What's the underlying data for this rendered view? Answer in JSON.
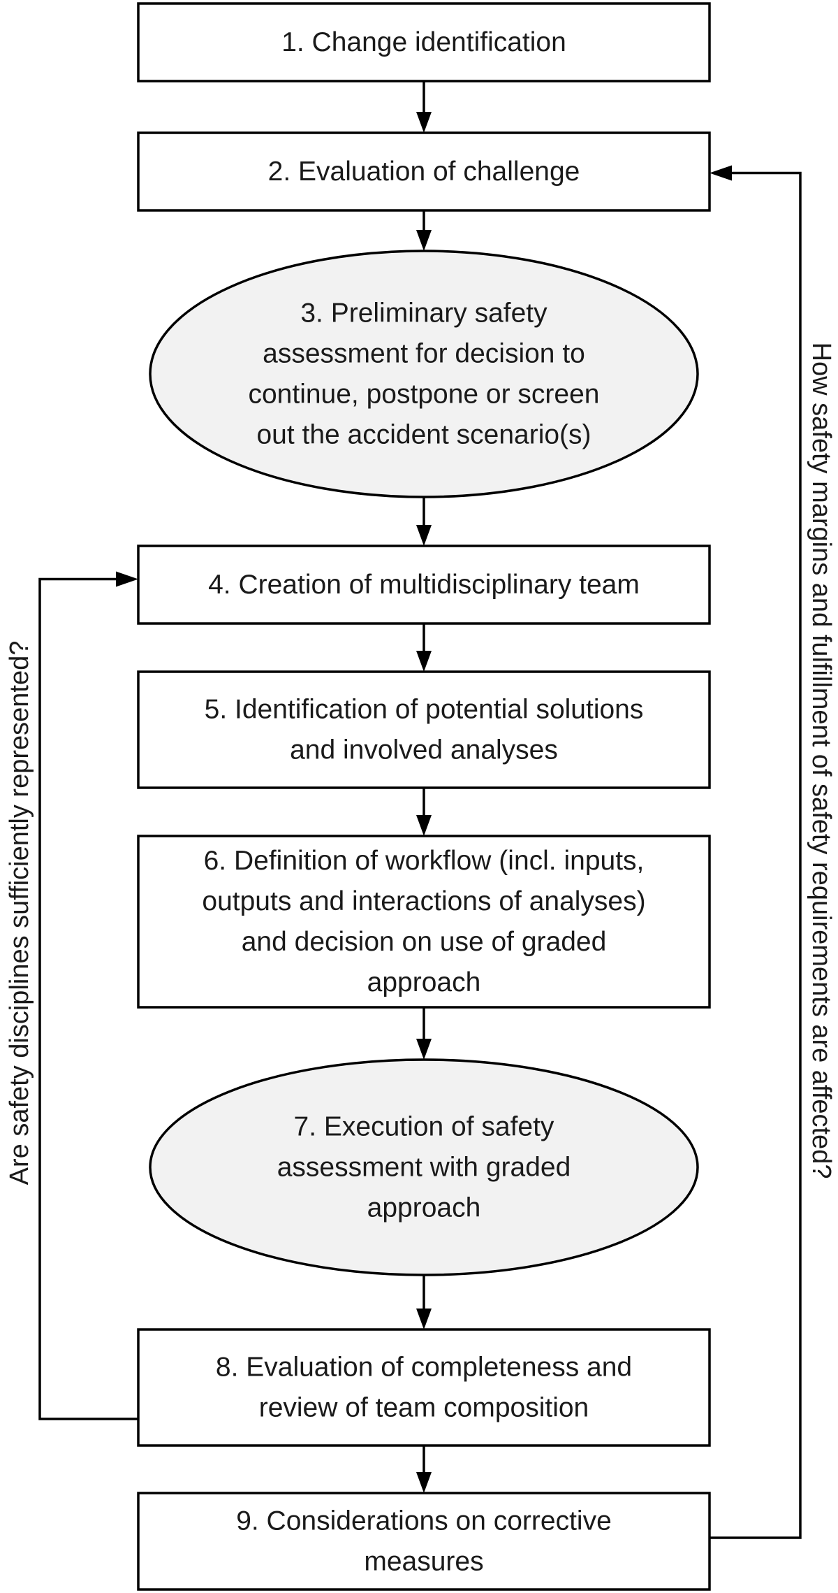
{
  "steps": [
    {
      "id": "s1",
      "lines": [
        "1. Change identification"
      ]
    },
    {
      "id": "s2",
      "lines": [
        "2. Evaluation of challenge"
      ]
    },
    {
      "id": "s3",
      "lines": [
        "3. Preliminary safety",
        "assessment for decision to",
        "continue, postpone or screen",
        "out the accident scenario(s)"
      ]
    },
    {
      "id": "s4",
      "lines": [
        "4. Creation of multidisciplinary team"
      ]
    },
    {
      "id": "s5",
      "lines": [
        "5. Identification of potential solutions",
        "and involved analyses"
      ]
    },
    {
      "id": "s6",
      "lines": [
        "6. Definition of workflow (incl. inputs,",
        "outputs and interactions of analyses)",
        "and decision on use of graded",
        "approach"
      ]
    },
    {
      "id": "s7",
      "lines": [
        "7. Execution of safety",
        "assessment with graded",
        "approach"
      ]
    },
    {
      "id": "s8",
      "lines": [
        "8. Evaluation of completeness  and",
        "review of team composition"
      ]
    },
    {
      "id": "s9",
      "lines": [
        "9. Considerations on corrective",
        "measures"
      ]
    }
  ],
  "feedback": {
    "left": "Are safety disciplines sufficiently represented?",
    "right": "How safety margins and fulfillment of safety requirements are affected?"
  }
}
